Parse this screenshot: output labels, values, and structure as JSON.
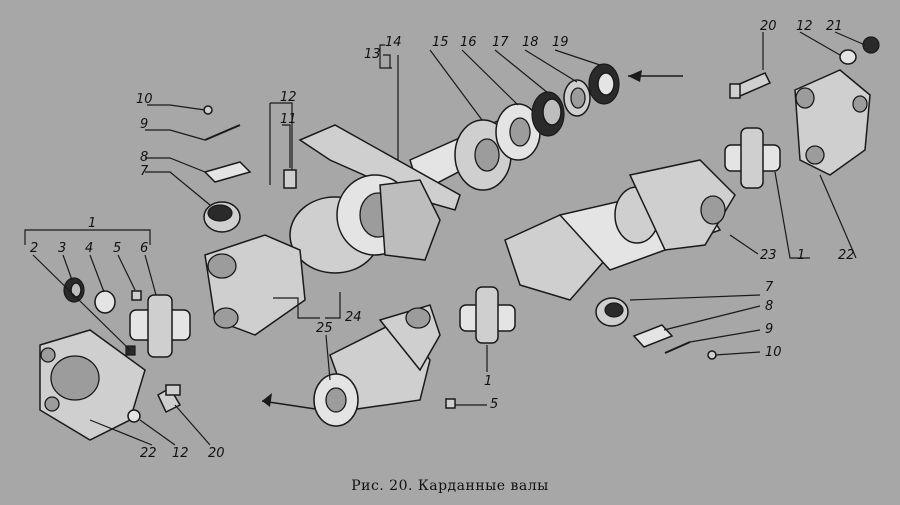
{
  "figure": {
    "caption": "Рис. 20. Карданные валы"
  },
  "labels": [
    "1",
    "2",
    "3",
    "4",
    "5",
    "6",
    "7",
    "8",
    "9",
    "10",
    "11",
    "12",
    "13",
    "14",
    "15",
    "16",
    "17",
    "18",
    "19",
    "20",
    "21",
    "22",
    "23",
    "24",
    "25"
  ],
  "colors": {
    "background": "#a7a7a7",
    "ink": "#1a1a1a"
  }
}
